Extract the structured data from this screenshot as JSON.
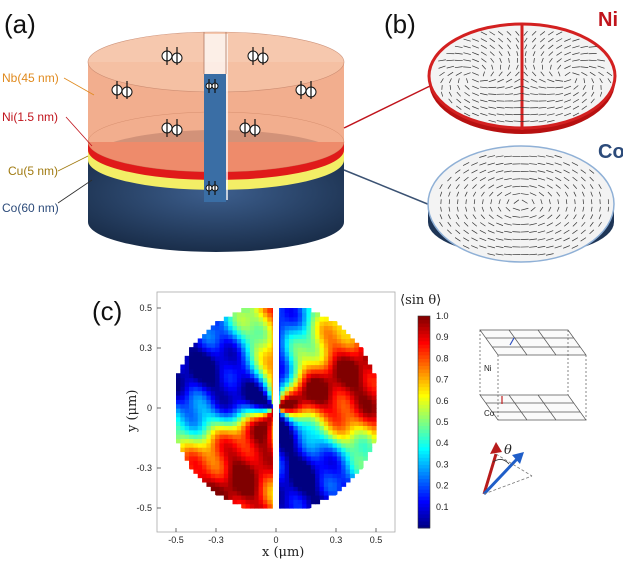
{
  "panels": {
    "a": "(a)",
    "b": "(b)",
    "c": "(c)"
  },
  "layers": {
    "nb": "Nb(45 nm)",
    "ni": "Ni(1.5 nm)",
    "cu": "Cu(5 nm)",
    "co": "Co(60 nm)"
  },
  "side_labels": {
    "ni": "Ni",
    "co": "Co"
  },
  "colors": {
    "nb_disk": "#f0a07a",
    "ni_layer": "#e01a1a",
    "cu_layer": "#f3ee66",
    "co_layer": "#1e3556",
    "slit": "#3a6ea5",
    "ni_label": "#c0141c",
    "co_label": "#2c4b7a",
    "nb_label": "#e08a1e",
    "cu_label": "#a07a10"
  },
  "inset": {
    "ni_label": "Ni",
    "co_label": "Co",
    "theta_label": "θ"
  },
  "chart_data": {
    "type": "heatmap",
    "title": "",
    "colorbar_label": "⟨sin θ⟩",
    "xlabel": "x (μm)",
    "ylabel": "y (μm)",
    "xlim": [
      -0.55,
      0.55
    ],
    "ylim": [
      -0.55,
      0.55
    ],
    "x_ticks": [
      -0.5,
      -0.3,
      0,
      0.3,
      0.5
    ],
    "x_tick_labels": [
      "-0.5",
      "-0.3",
      "0",
      "0.3",
      "0.5"
    ],
    "y_ticks": [
      0.5,
      0.3,
      0,
      -0.3,
      -0.5
    ],
    "y_tick_labels": [
      "0.5",
      "0.3",
      "0",
      "-0.3",
      "-0.5"
    ],
    "colorbar_range": [
      0,
      1
    ],
    "colorbar_ticks": [
      1.0,
      0.9,
      0.8,
      0.7,
      0.6,
      0.5,
      0.4,
      0.3,
      0.2,
      0.1
    ],
    "colorbar_tick_labels": [
      "1.0",
      "0.9",
      "0.8",
      "0.7",
      "0.6",
      "0.5",
      "0.4",
      "0.3",
      "0.2",
      "0.1"
    ],
    "colormap": "jet",
    "disk_radius": 0.5,
    "slit_half_width": 0.015
  }
}
